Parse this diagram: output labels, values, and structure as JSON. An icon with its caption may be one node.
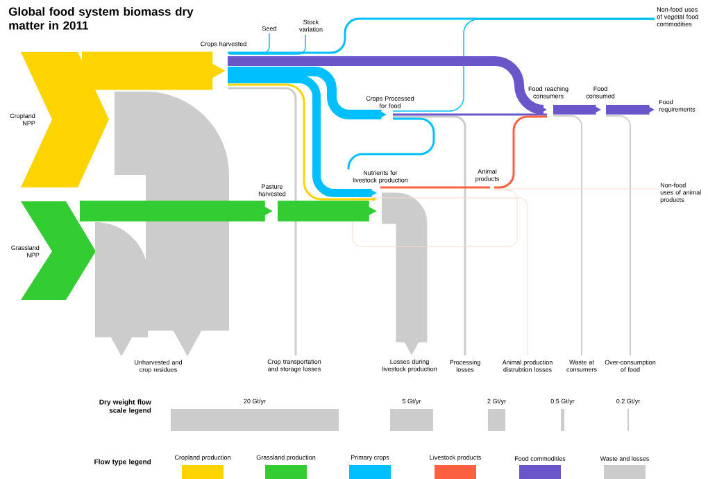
{
  "diagram": {
    "title": "Global food system biomass dry matter in 2011",
    "nodes": [
      {
        "text": [
          "Cropland NPP"
        ]
      },
      {
        "text": [
          "Grassland NPP"
        ]
      },
      {
        "text": [
          "Crops harvested"
        ]
      },
      {
        "text": [
          "Seed"
        ]
      },
      {
        "text": [
          "Stock variation"
        ]
      },
      {
        "text": [
          "Non-food uses of vegetal food commodities"
        ]
      },
      {
        "text": [
          "Crops Processed for food"
        ]
      },
      {
        "text": [
          "Nutrients for livestock production"
        ]
      },
      {
        "text": [
          "Pasture harvested"
        ]
      },
      {
        "text": [
          "Animal products"
        ]
      },
      {
        "text": [
          "Food reaching consumers"
        ]
      },
      {
        "text": [
          "Food consumed"
        ]
      },
      {
        "text": [
          "Food requirements"
        ]
      },
      {
        "text": [
          "Non-food uses of animal products"
        ]
      },
      {
        "text": [
          "Unharvested and crop residues"
        ]
      },
      {
        "text": [
          "Crop transportation and storage losses"
        ]
      },
      {
        "text": [
          "Losses during livestock production"
        ]
      },
      {
        "text": [
          "Processing losses"
        ]
      },
      {
        "text": [
          "Animal production distrubtion losses"
        ]
      },
      {
        "text": [
          "Waste at consumers"
        ]
      },
      {
        "text": [
          "Over-consumption of food"
        ]
      }
    ],
    "edges": [
      {
        "from": 0,
        "to": 2,
        "arrow": "to",
        "style": "thick",
        "color": "#fdd400"
      },
      {
        "from": 0,
        "to": 14,
        "arrow": "to",
        "style": "thick",
        "color": "#cccccc"
      },
      {
        "from": 1,
        "to": 8,
        "arrow": "to",
        "style": "thick",
        "color": "#33cc33"
      },
      {
        "from": 1,
        "to": 14,
        "arrow": "to",
        "style": "thick",
        "color": "#cccccc"
      },
      {
        "from": 2,
        "to": 3,
        "arrow": "none",
        "color": "#00bfff"
      },
      {
        "from": 2,
        "to": 4,
        "arrow": "none",
        "color": "#00bfff"
      },
      {
        "from": 2,
        "to": 5,
        "arrow": "none",
        "color": "#00bfff"
      },
      {
        "from": 2,
        "to": 10,
        "arrow": "to",
        "style": "thick",
        "color": "#6a56c9"
      },
      {
        "from": 2,
        "to": 6,
        "arrow": "to",
        "style": "thick",
        "color": "#00bfff"
      },
      {
        "from": 2,
        "to": 7,
        "arrow": "to",
        "style": "thick",
        "color": "#00bfff"
      },
      {
        "from": 2,
        "to": 7,
        "arrow": "to",
        "color": "#fdd400"
      },
      {
        "from": 2,
        "to": 15,
        "arrow": "none",
        "color": "#cccccc"
      },
      {
        "from": 6,
        "to": 5,
        "arrow": "none",
        "color": "#00bfff"
      },
      {
        "from": 6,
        "to": 10,
        "arrow": "none",
        "color": "#6a56c9"
      },
      {
        "from": 6,
        "to": 7,
        "arrow": "none",
        "color": "#00bfff"
      },
      {
        "from": 6,
        "to": 17,
        "arrow": "none",
        "color": "#cccccc"
      },
      {
        "from": 7,
        "to": 9,
        "arrow": "none",
        "color": "#fb6040"
      },
      {
        "from": 7,
        "to": 16,
        "arrow": "to",
        "style": "thick",
        "color": "#cccccc"
      },
      {
        "from": 8,
        "to": 7,
        "arrow": "to",
        "style": "thick",
        "color": "#33cc33"
      },
      {
        "from": 9,
        "to": 10,
        "arrow": "none",
        "color": "#fb6040"
      },
      {
        "from": 9,
        "to": 13,
        "arrow": "none",
        "color": "#f9dacd"
      },
      {
        "from": 9,
        "to": 18,
        "arrow": "none",
        "color": "#f9dacd"
      },
      {
        "from": 10,
        "to": 11,
        "arrow": "to",
        "style": "thick",
        "color": "#6a56c9"
      },
      {
        "from": 10,
        "to": 19,
        "arrow": "none",
        "color": "#cccccc"
      },
      {
        "from": 11,
        "to": 12,
        "arrow": "to",
        "style": "thick",
        "color": "#6a56c9"
      },
      {
        "from": 11,
        "to": 20,
        "arrow": "none",
        "color": "#cccccc"
      }
    ],
    "labels": [
      "Dry weight flow scale legend",
      "20 Gt/yr",
      "5 Gt/yr",
      "2 Gt/yr",
      "0.5 Gt/yr",
      "0.2 Gt/yr",
      "Flow type legend"
    ],
    "legend": [
      {
        "text": "Cropland production",
        "color": "#fdd400"
      },
      {
        "text": "Grassland production",
        "color": "#33cc33"
      },
      {
        "text": "Primary crops",
        "color": "#00bfff"
      },
      {
        "text": "Livestock products",
        "color": "#fb6040"
      },
      {
        "text": "Food commodities",
        "color": "#6a56c9"
      },
      {
        "text": "Waste and losses",
        "color": "#cccccc"
      }
    ]
  }
}
